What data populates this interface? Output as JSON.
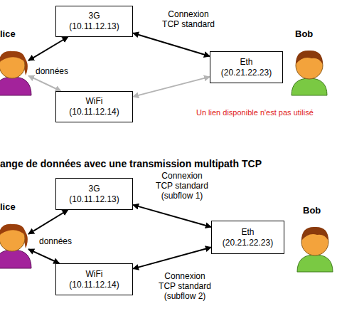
{
  "diagram": {
    "nodes": [
      {
        "text": [
          "lice"
        ]
      },
      {
        "text": [
          "3G",
          "(10.11.12.13)"
        ]
      },
      {
        "text": [
          "WiFi",
          "(10.11.12.14)"
        ]
      },
      {
        "text": [
          "Eth",
          "(20.21.22.23)"
        ]
      },
      {
        "text": [
          "Bob"
        ]
      },
      {
        "text": [
          "lice"
        ]
      },
      {
        "text": [
          "3G",
          "(10.11.12.13)"
        ]
      },
      {
        "text": [
          "WiFi",
          "(10.11.12.14)"
        ]
      },
      {
        "text": [
          "Eth",
          "(20.21.22.23)"
        ]
      },
      {
        "text": [
          "Bob"
        ]
      }
    ],
    "edges": [
      {
        "from": 0,
        "to": 1,
        "arrow": "both"
      },
      {
        "from": 0,
        "to": 2,
        "arrow": "both"
      },
      {
        "from": 1,
        "to": 3,
        "arrow": "both",
        "label": "Connexion TCP standard"
      },
      {
        "from": 2,
        "to": 3,
        "arrow": "both"
      },
      {
        "from": 5,
        "to": 6,
        "arrow": "both"
      },
      {
        "from": 5,
        "to": 7,
        "arrow": "both"
      },
      {
        "from": 6,
        "to": 8,
        "arrow": "both",
        "label": "Connexion TCP standard (subflow 1)"
      },
      {
        "from": 7,
        "to": 8,
        "arrow": "both",
        "label": "Connexion TCP standard (subflow 2)"
      }
    ],
    "labels": [
      "données",
      "Un lien disponible n'est pas utilisé",
      "ange de données avec une transmission multipath TCP",
      "données"
    ]
  }
}
